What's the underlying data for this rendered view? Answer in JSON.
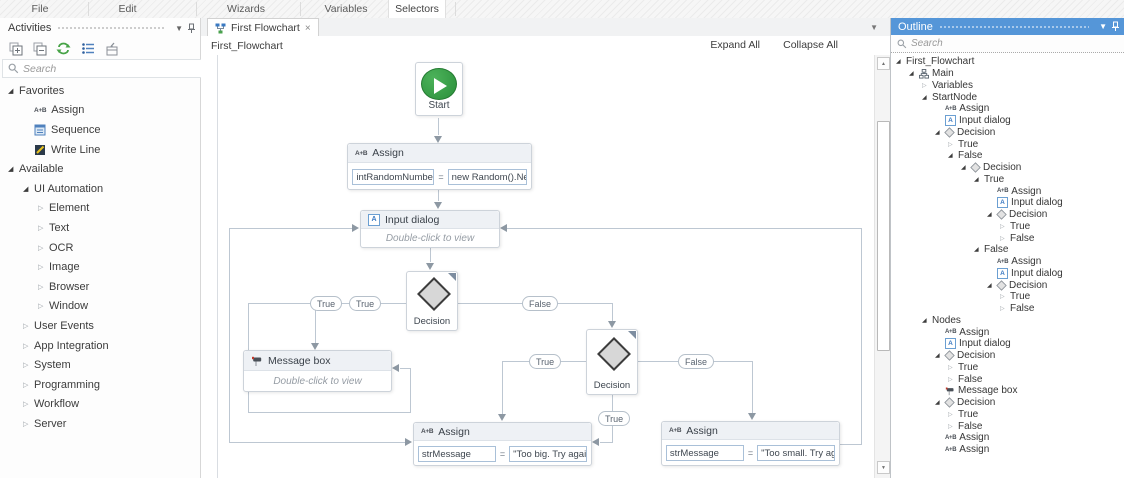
{
  "menu": {
    "items": [
      "File",
      "Edit",
      "Wizards",
      "Variables",
      "Selectors"
    ]
  },
  "activities": {
    "title": "Activities",
    "search_placeholder": "Search",
    "toolbar_icons": [
      "expand-tree-icon",
      "collapse-tree-icon",
      "refresh-icon",
      "view-options-icon",
      "package-icon"
    ],
    "tree": [
      {
        "label": "Favorites",
        "level": 0,
        "state": "expanded",
        "icon": null
      },
      {
        "label": "Assign",
        "level": 1,
        "state": "leaf",
        "icon": "assign-ab-icon"
      },
      {
        "label": "Sequence",
        "level": 1,
        "state": "leaf",
        "icon": "sequence-icon"
      },
      {
        "label": "Write Line",
        "level": 1,
        "state": "leaf",
        "icon": "write-line-icon"
      },
      {
        "label": "Available",
        "level": 0,
        "state": "expanded",
        "icon": null
      },
      {
        "label": "UI Automation",
        "level": 1,
        "state": "expanded",
        "icon": null
      },
      {
        "label": "Element",
        "level": 2,
        "state": "collapsed",
        "icon": null
      },
      {
        "label": "Text",
        "level": 2,
        "state": "collapsed",
        "icon": null
      },
      {
        "label": "OCR",
        "level": 2,
        "state": "collapsed",
        "icon": null
      },
      {
        "label": "Image",
        "level": 2,
        "state": "collapsed",
        "icon": null
      },
      {
        "label": "Browser",
        "level": 2,
        "state": "collapsed",
        "icon": null
      },
      {
        "label": "Window",
        "level": 2,
        "state": "collapsed",
        "icon": null
      },
      {
        "label": "User Events",
        "level": 1,
        "state": "collapsed",
        "icon": null
      },
      {
        "label": "App Integration",
        "level": 1,
        "state": "collapsed",
        "icon": null
      },
      {
        "label": "System",
        "level": 1,
        "state": "collapsed",
        "icon": null
      },
      {
        "label": "Programming",
        "level": 1,
        "state": "collapsed",
        "icon": null
      },
      {
        "label": "Workflow",
        "level": 1,
        "state": "collapsed",
        "icon": null
      },
      {
        "label": "Server",
        "level": 1,
        "state": "collapsed",
        "icon": null
      }
    ]
  },
  "editor": {
    "tab": {
      "title": "First Flowchart",
      "close": "×",
      "icon": "flowchart-icon"
    },
    "breadcrumb": "First_Flowchart",
    "expand_all": "Expand All",
    "collapse_all": "Collapse All"
  },
  "flowchart": {
    "start": {
      "label": "Start"
    },
    "assign_random": {
      "title": "Assign",
      "to": "intRandomNumber",
      "op": "=",
      "value": "new Random().Nex"
    },
    "input_dialog": {
      "title": "Input dialog",
      "body": "Double-click to view"
    },
    "decision1": {
      "label": "Decision"
    },
    "message_box": {
      "title": "Message box",
      "body": "Double-click to view"
    },
    "decision2": {
      "label": "Decision"
    },
    "assign_too_big": {
      "title": "Assign",
      "to": "strMessage",
      "op": "=",
      "value": "\"Too big. Try again"
    },
    "assign_too_small": {
      "title": "Assign",
      "to": "strMessage",
      "op": "=",
      "value": "\"Too small. Try aga"
    },
    "pills": [
      {
        "label": "True"
      },
      {
        "label": "True"
      },
      {
        "label": "False"
      },
      {
        "label": "True"
      },
      {
        "label": "False"
      },
      {
        "label": "True"
      }
    ]
  },
  "outline": {
    "title": "Outline",
    "search_placeholder": "Search",
    "rows": [
      {
        "label": "First_Flowchart",
        "level": 0,
        "state": "expanded",
        "icon": null
      },
      {
        "label": "Main",
        "level": 1,
        "state": "expanded",
        "icon": "flowchart-icon"
      },
      {
        "label": "Variables",
        "level": 2,
        "state": "collapsed",
        "icon": null
      },
      {
        "label": "StartNode",
        "level": 2,
        "state": "expanded",
        "icon": null
      },
      {
        "label": "Assign",
        "level": 3,
        "state": "leaf",
        "icon": "assign-ab-icon"
      },
      {
        "label": "Input dialog",
        "level": 3,
        "state": "leaf",
        "icon": "input-dialog-icon"
      },
      {
        "label": "Decision",
        "level": 3,
        "state": "expanded",
        "icon": "decision-icon"
      },
      {
        "label": "True",
        "level": 4,
        "state": "collapsed",
        "icon": null
      },
      {
        "label": "False",
        "level": 4,
        "state": "expanded",
        "icon": null
      },
      {
        "label": "Decision",
        "level": 5,
        "state": "expanded",
        "icon": "decision-icon"
      },
      {
        "label": "True",
        "level": 6,
        "state": "expanded",
        "icon": null
      },
      {
        "label": "Assign",
        "level": 7,
        "state": "leaf",
        "icon": "assign-ab-icon"
      },
      {
        "label": "Input dialog",
        "level": 7,
        "state": "leaf",
        "icon": "input-dialog-icon"
      },
      {
        "label": "Decision",
        "level": 7,
        "state": "expanded",
        "icon": "decision-icon"
      },
      {
        "label": "True",
        "level": 8,
        "state": "collapsed",
        "icon": null
      },
      {
        "label": "False",
        "level": 8,
        "state": "collapsed",
        "icon": null
      },
      {
        "label": "False",
        "level": 6,
        "state": "expanded",
        "icon": null
      },
      {
        "label": "Assign",
        "level": 7,
        "state": "leaf",
        "icon": "assign-ab-icon"
      },
      {
        "label": "Input dialog",
        "level": 7,
        "state": "leaf",
        "icon": "input-dialog-icon"
      },
      {
        "label": "Decision",
        "level": 7,
        "state": "expanded",
        "icon": "decision-icon"
      },
      {
        "label": "True",
        "level": 8,
        "state": "collapsed",
        "icon": null
      },
      {
        "label": "False",
        "level": 8,
        "state": "collapsed",
        "icon": null
      },
      {
        "label": "Nodes",
        "level": 2,
        "state": "expanded",
        "icon": null
      },
      {
        "label": "Assign",
        "level": 3,
        "state": "leaf",
        "icon": "assign-ab-icon"
      },
      {
        "label": "Input dialog",
        "level": 3,
        "state": "leaf",
        "icon": "input-dialog-icon"
      },
      {
        "label": "Decision",
        "level": 3,
        "state": "expanded",
        "icon": "decision-icon"
      },
      {
        "label": "True",
        "level": 4,
        "state": "collapsed",
        "icon": null
      },
      {
        "label": "False",
        "level": 4,
        "state": "collapsed",
        "icon": null
      },
      {
        "label": "Message box",
        "level": 3,
        "state": "leaf",
        "icon": "message-box-icon"
      },
      {
        "label": "Decision",
        "level": 3,
        "state": "expanded",
        "icon": "decision-icon"
      },
      {
        "label": "True",
        "level": 4,
        "state": "collapsed",
        "icon": null
      },
      {
        "label": "False",
        "level": 4,
        "state": "collapsed",
        "icon": null
      },
      {
        "label": "Assign",
        "level": 3,
        "state": "leaf",
        "icon": "assign-ab-icon"
      },
      {
        "label": "Assign",
        "level": 3,
        "state": "leaf",
        "icon": "assign-ab-icon"
      }
    ]
  },
  "colors": {
    "outline_header_bg": "#5596d8",
    "start_green": "#2f9e44",
    "refresh_green": "#47a347",
    "node_header_bg": "#eef1f5",
    "connector": "#bdc7d2",
    "arrowhead": "#8d98a3",
    "textbox_border": "#a9c0d8"
  }
}
